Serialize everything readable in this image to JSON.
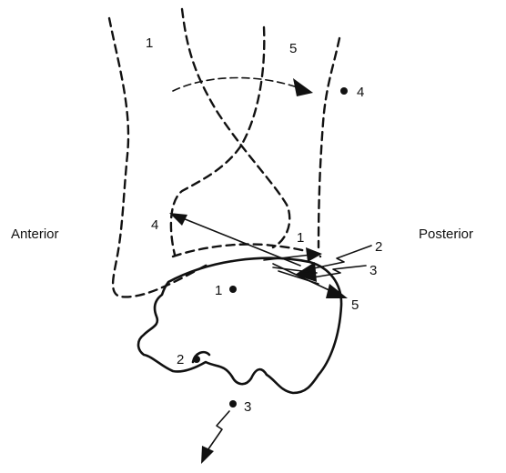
{
  "labels": {
    "anterior": "Anterior",
    "posterior": "Posterior"
  },
  "numbers": {
    "tibia": "1",
    "fibula": "5",
    "fibula_point": "4",
    "talus_dome": "1",
    "talus_neck": "4",
    "force_2": "2",
    "force_3": "3",
    "talus_center": "1",
    "arrow_5": "5",
    "sub_point": "2",
    "lower_point": "3"
  },
  "colors": {
    "ink": "#111111",
    "background": "#ffffff"
  }
}
